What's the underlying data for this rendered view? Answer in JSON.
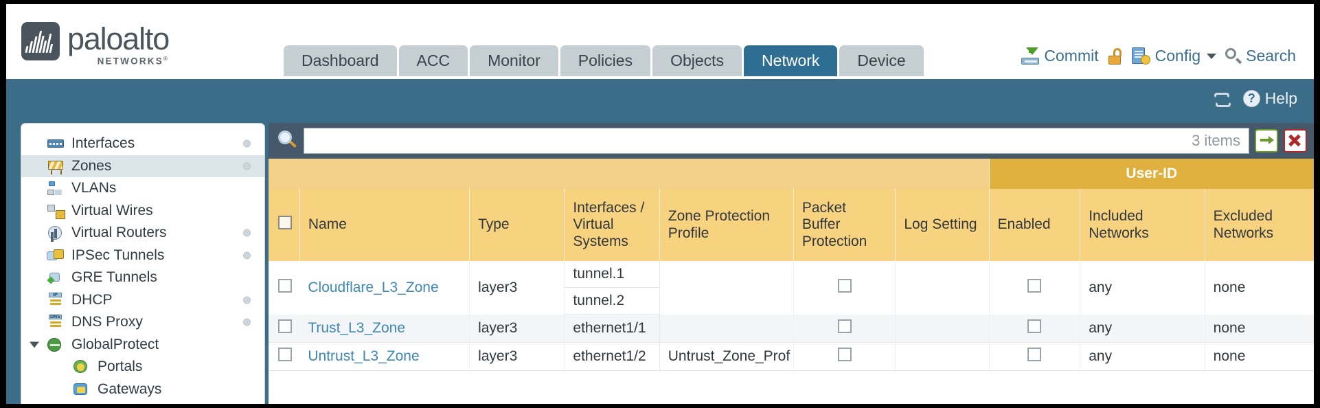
{
  "brand": {
    "name": "paloalto",
    "tagline": "NETWORKS",
    "registered": "®"
  },
  "nav": {
    "tabs": [
      {
        "label": "Dashboard",
        "active": false
      },
      {
        "label": "ACC",
        "active": false
      },
      {
        "label": "Monitor",
        "active": false
      },
      {
        "label": "Policies",
        "active": false
      },
      {
        "label": "Objects",
        "active": false
      },
      {
        "label": "Network",
        "active": true
      },
      {
        "label": "Device",
        "active": false
      }
    ],
    "actions": [
      {
        "label": "Commit",
        "icon": "commit-icon"
      },
      {
        "label": "",
        "icon": "padlock-icon"
      },
      {
        "label": "Config",
        "icon": "config-icon",
        "caret": true
      },
      {
        "label": "Search",
        "icon": "search-icon"
      }
    ]
  },
  "band": {
    "refresh_icon": "refresh-icon",
    "help_label": "Help",
    "help_icon": "help-icon"
  },
  "sidebar": {
    "items": [
      {
        "label": "Interfaces",
        "icon": "interfaces-icon",
        "selected": false,
        "dot": true,
        "sub": false,
        "expander": false
      },
      {
        "label": "Zones",
        "icon": "zones-icon",
        "selected": true,
        "dot": true,
        "sub": false,
        "expander": false
      },
      {
        "label": "VLANs",
        "icon": "vlans-icon",
        "selected": false,
        "dot": false,
        "sub": false,
        "expander": false
      },
      {
        "label": "Virtual Wires",
        "icon": "virtual-wires-icon",
        "selected": false,
        "dot": false,
        "sub": false,
        "expander": false
      },
      {
        "label": "Virtual Routers",
        "icon": "virtual-routers-icon",
        "selected": false,
        "dot": true,
        "sub": false,
        "expander": false
      },
      {
        "label": "IPSec Tunnels",
        "icon": "ipsec-tunnels-icon",
        "selected": false,
        "dot": true,
        "sub": false,
        "expander": false
      },
      {
        "label": "GRE Tunnels",
        "icon": "gre-tunnels-icon",
        "selected": false,
        "dot": false,
        "sub": false,
        "expander": false
      },
      {
        "label": "DHCP",
        "icon": "dhcp-icon",
        "selected": false,
        "dot": true,
        "sub": false,
        "expander": false
      },
      {
        "label": "DNS Proxy",
        "icon": "dns-proxy-icon",
        "selected": false,
        "dot": true,
        "sub": false,
        "expander": false
      },
      {
        "label": "GlobalProtect",
        "icon": "globalprotect-icon",
        "selected": false,
        "dot": false,
        "sub": false,
        "expander": true
      },
      {
        "label": "Portals",
        "icon": "portals-icon",
        "selected": false,
        "dot": false,
        "sub": true,
        "expander": false
      },
      {
        "label": "Gateways",
        "icon": "gateways-icon",
        "selected": false,
        "dot": false,
        "sub": true,
        "expander": false
      }
    ]
  },
  "search": {
    "value": "",
    "placeholder": "",
    "item_count": "3 items",
    "go_icon": "arrow-right-icon",
    "clear_icon": "close-icon",
    "magnifier_icon": "search-icon"
  },
  "table": {
    "group_header": "User-ID",
    "columns": [
      "Name",
      "Type",
      "Interfaces / Virtual Systems",
      "Zone Protection Profile",
      "Packet Buffer Protection",
      "Log Setting",
      "Enabled",
      "Included Networks",
      "Excluded Networks"
    ],
    "rows": [
      {
        "selected": false,
        "name": "Cloudflare_L3_Zone",
        "type": "layer3",
        "interfaces": [
          "tunnel.1",
          "tunnel.2"
        ],
        "zone_protection_profile": "",
        "packet_buffer_protection": false,
        "log_setting": "",
        "enabled": false,
        "included_networks": "any",
        "excluded_networks": "none"
      },
      {
        "selected": false,
        "name": "Trust_L3_Zone",
        "type": "layer3",
        "interfaces": [
          "ethernet1/1"
        ],
        "zone_protection_profile": "",
        "packet_buffer_protection": false,
        "log_setting": "",
        "enabled": false,
        "included_networks": "any",
        "excluded_networks": "none"
      },
      {
        "selected": false,
        "name": "Untrust_L3_Zone",
        "type": "layer3",
        "interfaces": [
          "ethernet1/2"
        ],
        "zone_protection_profile": "Untrust_Zone_Prof",
        "packet_buffer_protection": false,
        "log_setting": "",
        "enabled": false,
        "included_networks": "any",
        "excluded_networks": "none"
      }
    ]
  },
  "colors": {
    "brand_dark": "#4a545c",
    "tab_active": "#2e6e92",
    "tab_inactive": "#c4ced3",
    "band_blue": "#3b6c88",
    "header_gold": "#f7d27f",
    "group_gold": "#e0b03f",
    "link_blue": "#3d87b5",
    "search_bar": "#46596a"
  }
}
